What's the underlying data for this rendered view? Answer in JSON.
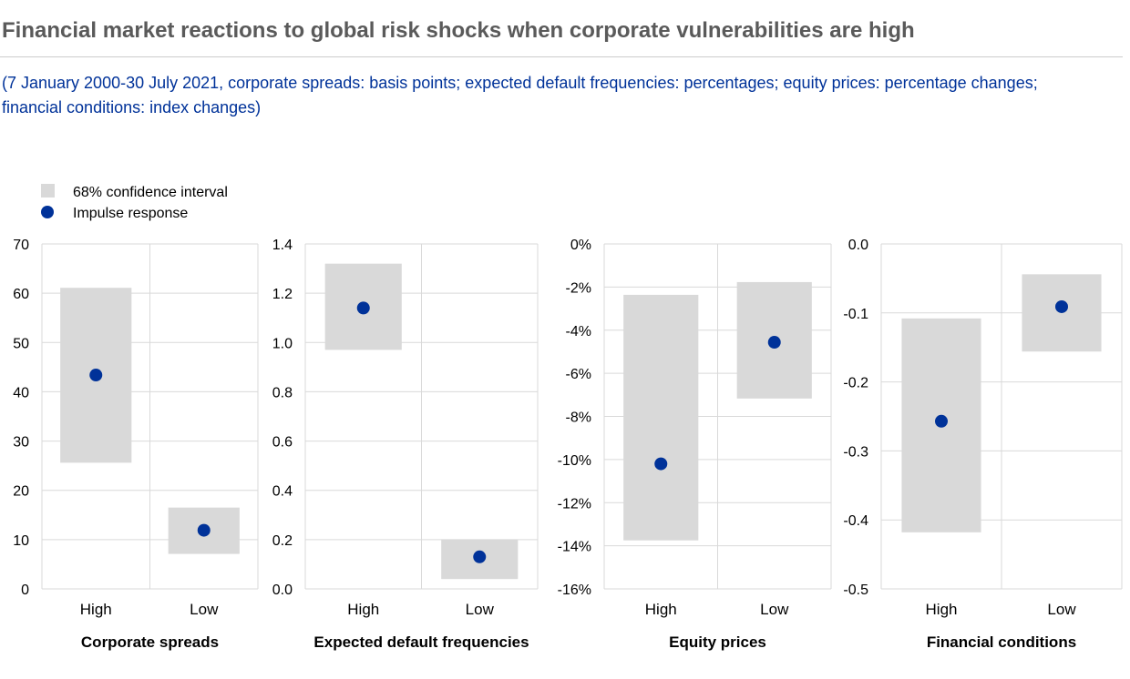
{
  "title": "Financial market reactions to global risk shocks when corporate vulnerabilities are high",
  "subtitle_lines": [
    "(7 January 2000-30 July 2021, corporate spreads: basis points; expected default frequencies: percentages; equity prices: percentage changes;",
    "financial conditions: index changes)"
  ],
  "legend": {
    "interval": "68% confidence interval",
    "point": "Impulse response"
  },
  "colors": {
    "interval": "#d9d9d9",
    "point": "#003299",
    "grid": "#d9d9d9"
  },
  "chart_data": [
    {
      "type": "range-dot",
      "title": "Corporate spreads",
      "categories": [
        "High",
        "Low"
      ],
      "ylim": [
        0,
        70
      ],
      "ticks": [
        0,
        10,
        20,
        30,
        40,
        50,
        60,
        70
      ],
      "tick_labels": [
        "0",
        "10",
        "20",
        "30",
        "40",
        "50",
        "60",
        "70"
      ],
      "point": [
        43.4,
        11.9
      ],
      "lower": [
        25.6,
        7.1
      ],
      "upper": [
        61.1,
        16.5
      ]
    },
    {
      "type": "range-dot",
      "title": "Expected default frequencies",
      "categories": [
        "High",
        "Low"
      ],
      "ylim": [
        0,
        1.4
      ],
      "ticks": [
        0,
        0.2,
        0.4,
        0.6,
        0.8,
        1.0,
        1.2,
        1.4
      ],
      "tick_labels": [
        "0.0",
        "0.2",
        "0.4",
        "0.6",
        "0.8",
        "1.0",
        "1.2",
        "1.4"
      ],
      "point": [
        1.14,
        0.13
      ],
      "lower": [
        0.97,
        0.04
      ],
      "upper": [
        1.32,
        0.2
      ]
    },
    {
      "type": "range-dot",
      "title": "Equity prices",
      "categories": [
        "High",
        "Low"
      ],
      "ylim": [
        -16,
        0
      ],
      "ticks": [
        -16,
        -14,
        -12,
        -10,
        -8,
        -6,
        -4,
        -2,
        0
      ],
      "tick_labels": [
        "-16%",
        "-14%",
        "-12%",
        "-10%",
        "-8%",
        "-6%",
        "-4%",
        "-2%",
        "0%"
      ],
      "point": [
        -10.2,
        -4.56
      ],
      "lower": [
        -13.75,
        -7.17
      ],
      "upper": [
        -2.36,
        -1.77
      ]
    },
    {
      "type": "range-dot",
      "title": "Financial conditions",
      "categories": [
        "High",
        "Low"
      ],
      "ylim": [
        -0.5,
        0
      ],
      "ticks": [
        -0.5,
        -0.4,
        -0.3,
        -0.2,
        -0.1,
        0
      ],
      "tick_labels": [
        "-0.5",
        "-0.4",
        "-0.3",
        "-0.2",
        "-0.1",
        "0.0"
      ],
      "point": [
        -0.257,
        -0.091
      ],
      "lower": [
        -0.418,
        -0.156
      ],
      "upper": [
        -0.108,
        -0.044
      ]
    }
  ]
}
